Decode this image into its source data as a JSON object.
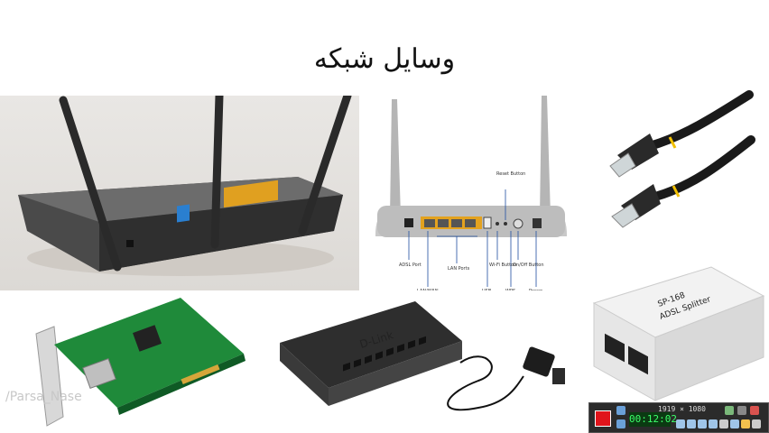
{
  "slide": {
    "title": "وسایل شبکه"
  },
  "diagram_labels": {
    "reset": "Reset Button",
    "adsl_port": "ADSL Port",
    "lan_wan": "LAN/WAN",
    "lan_ports": "LAN Ports",
    "usb": "USB",
    "wifi": "Wi-Fi Button",
    "wps": "WPS",
    "onoff": "On/Off Button",
    "power": "Power"
  },
  "splitter": {
    "model": "SP-168",
    "name": "ADSL Splitter"
  },
  "switch": {
    "brand": "D-Link"
  },
  "watermark": "/Parsa_Nase",
  "recorder": {
    "resolution": "1919 × 1080",
    "time": "00:12:02"
  }
}
